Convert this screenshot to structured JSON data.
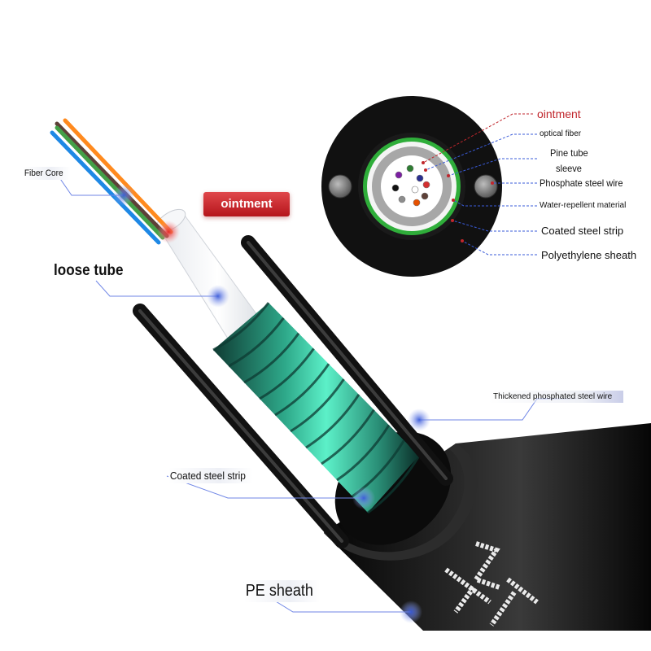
{
  "labels": {
    "fiber_core": "Fiber Core",
    "ointment_badge": "ointment",
    "loose_tube": "loose tube",
    "thickened_wire": "Thickened phosphated steel wire",
    "coated_strip": "Coated steel strip",
    "pe_sheath": "PE sheath"
  },
  "cross_section_labels": {
    "ointment": "ointment",
    "optical_fiber": "optical fiber",
    "pine_tube": "Pine tube",
    "sleeve": "sleeve",
    "phosphate_wire": "Phosphate steel wire",
    "water_repellent": "Water-repellent material",
    "coated_steel_strip": "Coated steel strip",
    "polyethylene_sheath": "Polyethylene sheath"
  },
  "colors": {
    "sheath": "#141414",
    "armor": "#3fd9b0",
    "tube_ring": "#2fae3a",
    "ointment_red": "#c0262c",
    "leader_blue": "#3a5bd9"
  },
  "fiber_colors": [
    "#2e7d32",
    "#2a2f8f",
    "#7b1fa2",
    "#d32f2f",
    "#111111",
    "#ffffff",
    "#8d8d8d",
    "#e65100",
    "#5d4037"
  ]
}
